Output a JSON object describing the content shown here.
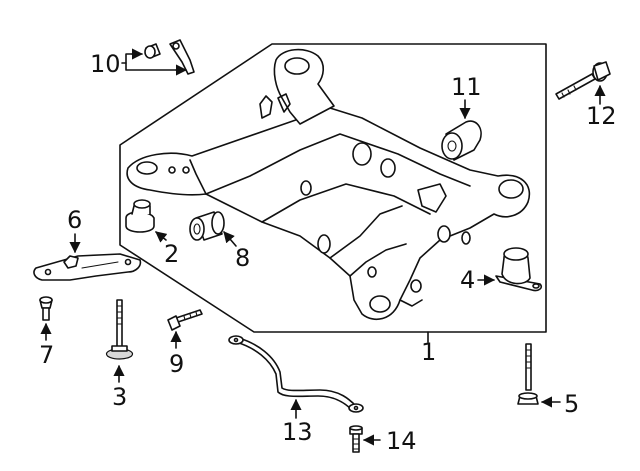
{
  "callouts": {
    "c1": "1",
    "c2": "2",
    "c3": "3",
    "c4": "4",
    "c5": "5",
    "c6": "6",
    "c7": "7",
    "c8": "8",
    "c9": "9",
    "c10": "10",
    "c11": "11",
    "c12": "12",
    "c13": "13",
    "c14": "14"
  },
  "colors": {
    "line": "#111111",
    "background": "#ffffff",
    "shade": "#d9d9d9"
  }
}
